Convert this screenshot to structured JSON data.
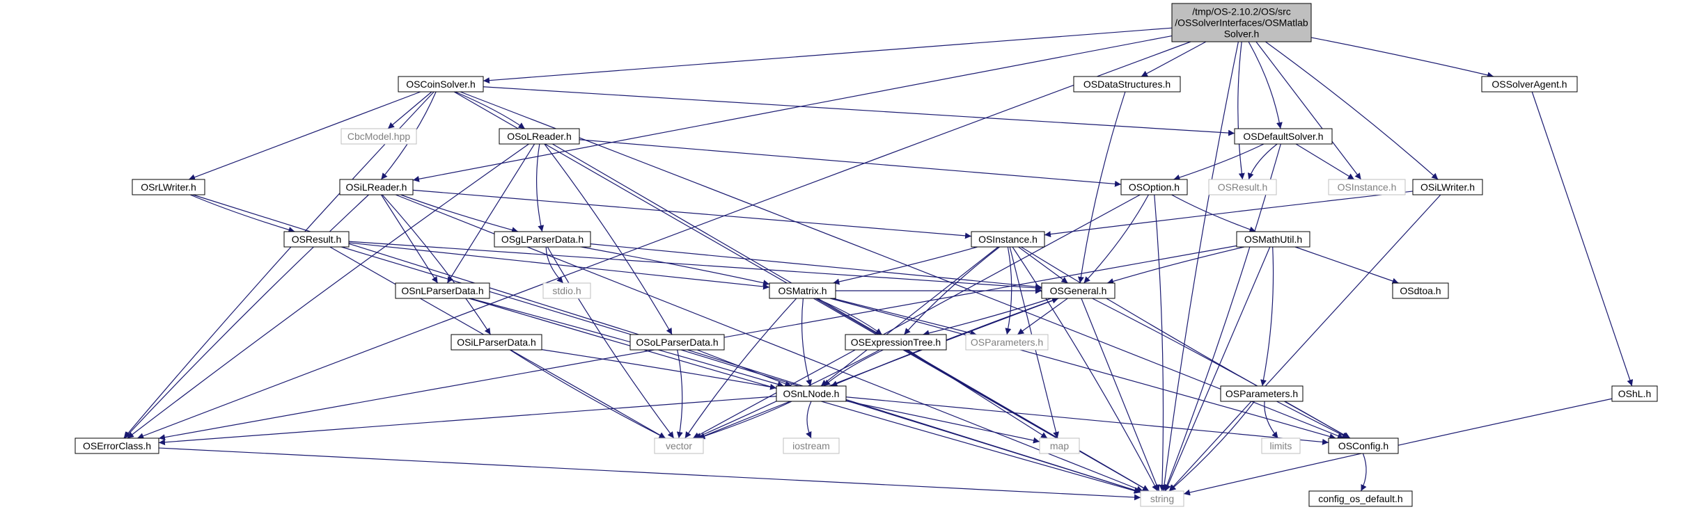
{
  "graph": {
    "nodes": {
      "root": {
        "lines": [
          "/tmp/OS-2.10.2/OS/src",
          "/OSSolverInterfaces/OSMatlab",
          "Solver.h"
        ],
        "style": "root"
      },
      "coinsolver": {
        "lines": [
          "OSCoinSolver.h"
        ],
        "style": "normal"
      },
      "datastructures": {
        "lines": [
          "OSDataStructures.h"
        ],
        "style": "normal"
      },
      "solveragent": {
        "lines": [
          "OSSolverAgent.h"
        ],
        "style": "normal"
      },
      "cbcmodel": {
        "lines": [
          "CbcModel.hpp"
        ],
        "style": "external"
      },
      "solreader": {
        "lines": [
          "OSoLReader.h"
        ],
        "style": "normal"
      },
      "defaultsolver": {
        "lines": [
          "OSDefaultSolver.h"
        ],
        "style": "normal"
      },
      "rlwriter": {
        "lines": [
          "OSrLWriter.h"
        ],
        "style": "normal"
      },
      "ilreader": {
        "lines": [
          "OSiLReader.h"
        ],
        "style": "normal"
      },
      "option": {
        "lines": [
          "OSOption.h"
        ],
        "style": "normal"
      },
      "osresult_ext": {
        "lines": [
          "OSResult.h"
        ],
        "style": "external"
      },
      "osinstance_ext": {
        "lines": [
          "OSInstance.h"
        ],
        "style": "external"
      },
      "ilwriter": {
        "lines": [
          "OSiLWriter.h"
        ],
        "style": "normal"
      },
      "osresult": {
        "lines": [
          "OSResult.h"
        ],
        "style": "normal"
      },
      "glparserdata": {
        "lines": [
          "OSgLParserData.h"
        ],
        "style": "normal"
      },
      "osinstance": {
        "lines": [
          "OSInstance.h"
        ],
        "style": "normal"
      },
      "mathutil": {
        "lines": [
          "OSMathUtil.h"
        ],
        "style": "normal"
      },
      "stdio": {
        "lines": [
          "stdio.h"
        ],
        "style": "external"
      },
      "nlparserdata": {
        "lines": [
          "OSnLParserData.h"
        ],
        "style": "normal"
      },
      "matrix": {
        "lines": [
          "OSMatrix.h"
        ],
        "style": "normal"
      },
      "general": {
        "lines": [
          "OSGeneral.h"
        ],
        "style": "normal"
      },
      "dtoa": {
        "lines": [
          "OSdtoa.h"
        ],
        "style": "normal"
      },
      "ilparserdata": {
        "lines": [
          "OSiLParserData.h"
        ],
        "style": "normal"
      },
      "olparserdata": {
        "lines": [
          "OSoLParserData.h"
        ],
        "style": "normal"
      },
      "exprtree": {
        "lines": [
          "OSExpressionTree.h"
        ],
        "style": "normal"
      },
      "osparameters_ext": {
        "lines": [
          "OSParameters.h"
        ],
        "style": "external"
      },
      "nlnode": {
        "lines": [
          "OSnLNode.h"
        ],
        "style": "normal"
      },
      "osparameters": {
        "lines": [
          "OSParameters.h"
        ],
        "style": "normal"
      },
      "oshl": {
        "lines": [
          "OShL.h"
        ],
        "style": "normal"
      },
      "errorclass": {
        "lines": [
          "OSErrorClass.h"
        ],
        "style": "normal"
      },
      "vector": {
        "lines": [
          "vector"
        ],
        "style": "external"
      },
      "iostream": {
        "lines": [
          "iostream"
        ],
        "style": "external"
      },
      "map": {
        "lines": [
          "map"
        ],
        "style": "external"
      },
      "limits": {
        "lines": [
          "limits"
        ],
        "style": "external"
      },
      "osconfig": {
        "lines": [
          "OSConfig.h"
        ],
        "style": "normal"
      },
      "string": {
        "lines": [
          "string"
        ],
        "style": "external"
      },
      "configdefault": {
        "lines": [
          "config_os_default.h"
        ],
        "style": "normal"
      }
    },
    "edges": [
      [
        "root",
        "coinsolver"
      ],
      [
        "root",
        "datastructures"
      ],
      [
        "root",
        "solveragent"
      ],
      [
        "root",
        "errorclass"
      ],
      [
        "root",
        "ilreader"
      ],
      [
        "root",
        "defaultsolver"
      ],
      [
        "root",
        "osresult_ext"
      ],
      [
        "root",
        "osinstance_ext"
      ],
      [
        "root",
        "ilwriter"
      ],
      [
        "root",
        "string"
      ],
      [
        "coinsolver",
        "cbcmodel"
      ],
      [
        "coinsolver",
        "solreader"
      ],
      [
        "coinsolver",
        "defaultsolver"
      ],
      [
        "coinsolver",
        "rlwriter"
      ],
      [
        "coinsolver",
        "ilreader"
      ],
      [
        "coinsolver",
        "errorclass"
      ],
      [
        "coinsolver",
        "string"
      ],
      [
        "coinsolver",
        "osconfig"
      ],
      [
        "datastructures",
        "general"
      ],
      [
        "solveragent",
        "oshl"
      ],
      [
        "solreader",
        "option"
      ],
      [
        "solreader",
        "glparserdata"
      ],
      [
        "solreader",
        "nlparserdata"
      ],
      [
        "solreader",
        "olparserdata"
      ],
      [
        "solreader",
        "errorclass"
      ],
      [
        "solreader",
        "string"
      ],
      [
        "defaultsolver",
        "option"
      ],
      [
        "defaultsolver",
        "osresult_ext"
      ],
      [
        "defaultsolver",
        "osinstance_ext"
      ],
      [
        "defaultsolver",
        "string"
      ],
      [
        "rlwriter",
        "osresult"
      ],
      [
        "rlwriter",
        "string"
      ],
      [
        "ilreader",
        "osinstance"
      ],
      [
        "ilreader",
        "glparserdata"
      ],
      [
        "ilreader",
        "nlparserdata"
      ],
      [
        "ilreader",
        "ilparserdata"
      ],
      [
        "ilreader",
        "errorclass"
      ],
      [
        "ilreader",
        "string"
      ],
      [
        "option",
        "general"
      ],
      [
        "option",
        "mathutil"
      ],
      [
        "option",
        "vector"
      ],
      [
        "option",
        "string"
      ],
      [
        "ilwriter",
        "osinstance"
      ],
      [
        "ilwriter",
        "string"
      ],
      [
        "osresult",
        "general"
      ],
      [
        "osresult",
        "matrix"
      ],
      [
        "osresult",
        "vector"
      ],
      [
        "osresult",
        "string"
      ],
      [
        "glparserdata",
        "stdio"
      ],
      [
        "glparserdata",
        "general"
      ],
      [
        "glparserdata",
        "matrix"
      ],
      [
        "glparserdata",
        "vector"
      ],
      [
        "osinstance",
        "general"
      ],
      [
        "osinstance",
        "matrix"
      ],
      [
        "osinstance",
        "exprtree"
      ],
      [
        "osinstance",
        "nlnode"
      ],
      [
        "osinstance",
        "osparameters_ext"
      ],
      [
        "osinstance",
        "osconfig"
      ],
      [
        "osinstance",
        "map"
      ],
      [
        "osinstance",
        "string"
      ],
      [
        "mathutil",
        "general"
      ],
      [
        "mathutil",
        "dtoa"
      ],
      [
        "mathutil",
        "osparameters"
      ],
      [
        "mathutil",
        "errorclass"
      ],
      [
        "mathutil",
        "string"
      ],
      [
        "nlparserdata",
        "nlnode"
      ],
      [
        "nlparserdata",
        "string"
      ],
      [
        "matrix",
        "general"
      ],
      [
        "matrix",
        "exprtree"
      ],
      [
        "matrix",
        "nlnode"
      ],
      [
        "matrix",
        "osparameters_ext"
      ],
      [
        "matrix",
        "osconfig"
      ],
      [
        "matrix",
        "vector"
      ],
      [
        "matrix",
        "string"
      ],
      [
        "general",
        "exprtree"
      ],
      [
        "general",
        "nlnode"
      ],
      [
        "general",
        "osparameters_ext"
      ],
      [
        "general",
        "osconfig"
      ],
      [
        "general",
        "vector"
      ],
      [
        "general",
        "string"
      ],
      [
        "ilparserdata",
        "nlnode"
      ],
      [
        "ilparserdata",
        "vector"
      ],
      [
        "olparserdata",
        "nlnode"
      ],
      [
        "olparserdata",
        "vector"
      ],
      [
        "exprtree",
        "nlnode"
      ],
      [
        "exprtree",
        "map"
      ],
      [
        "exprtree",
        "vector"
      ],
      [
        "nlnode",
        "general"
      ],
      [
        "nlnode",
        "errorclass"
      ],
      [
        "nlnode",
        "vector"
      ],
      [
        "nlnode",
        "iostream"
      ],
      [
        "nlnode",
        "map"
      ],
      [
        "nlnode",
        "osconfig"
      ],
      [
        "osparameters",
        "limits"
      ],
      [
        "osparameters",
        "osconfig"
      ],
      [
        "osparameters",
        "string"
      ],
      [
        "oshl",
        "string"
      ],
      [
        "errorclass",
        "string"
      ],
      [
        "osconfig",
        "configdefault"
      ]
    ]
  },
  "colors": {
    "edge": "#191970",
    "box_border": "#000000",
    "root_fill": "#bfbfbf",
    "normal_fill": "#ffffff",
    "external_border": "#bfbfbf",
    "normal_text": "#000000",
    "external_text": "#808080"
  }
}
